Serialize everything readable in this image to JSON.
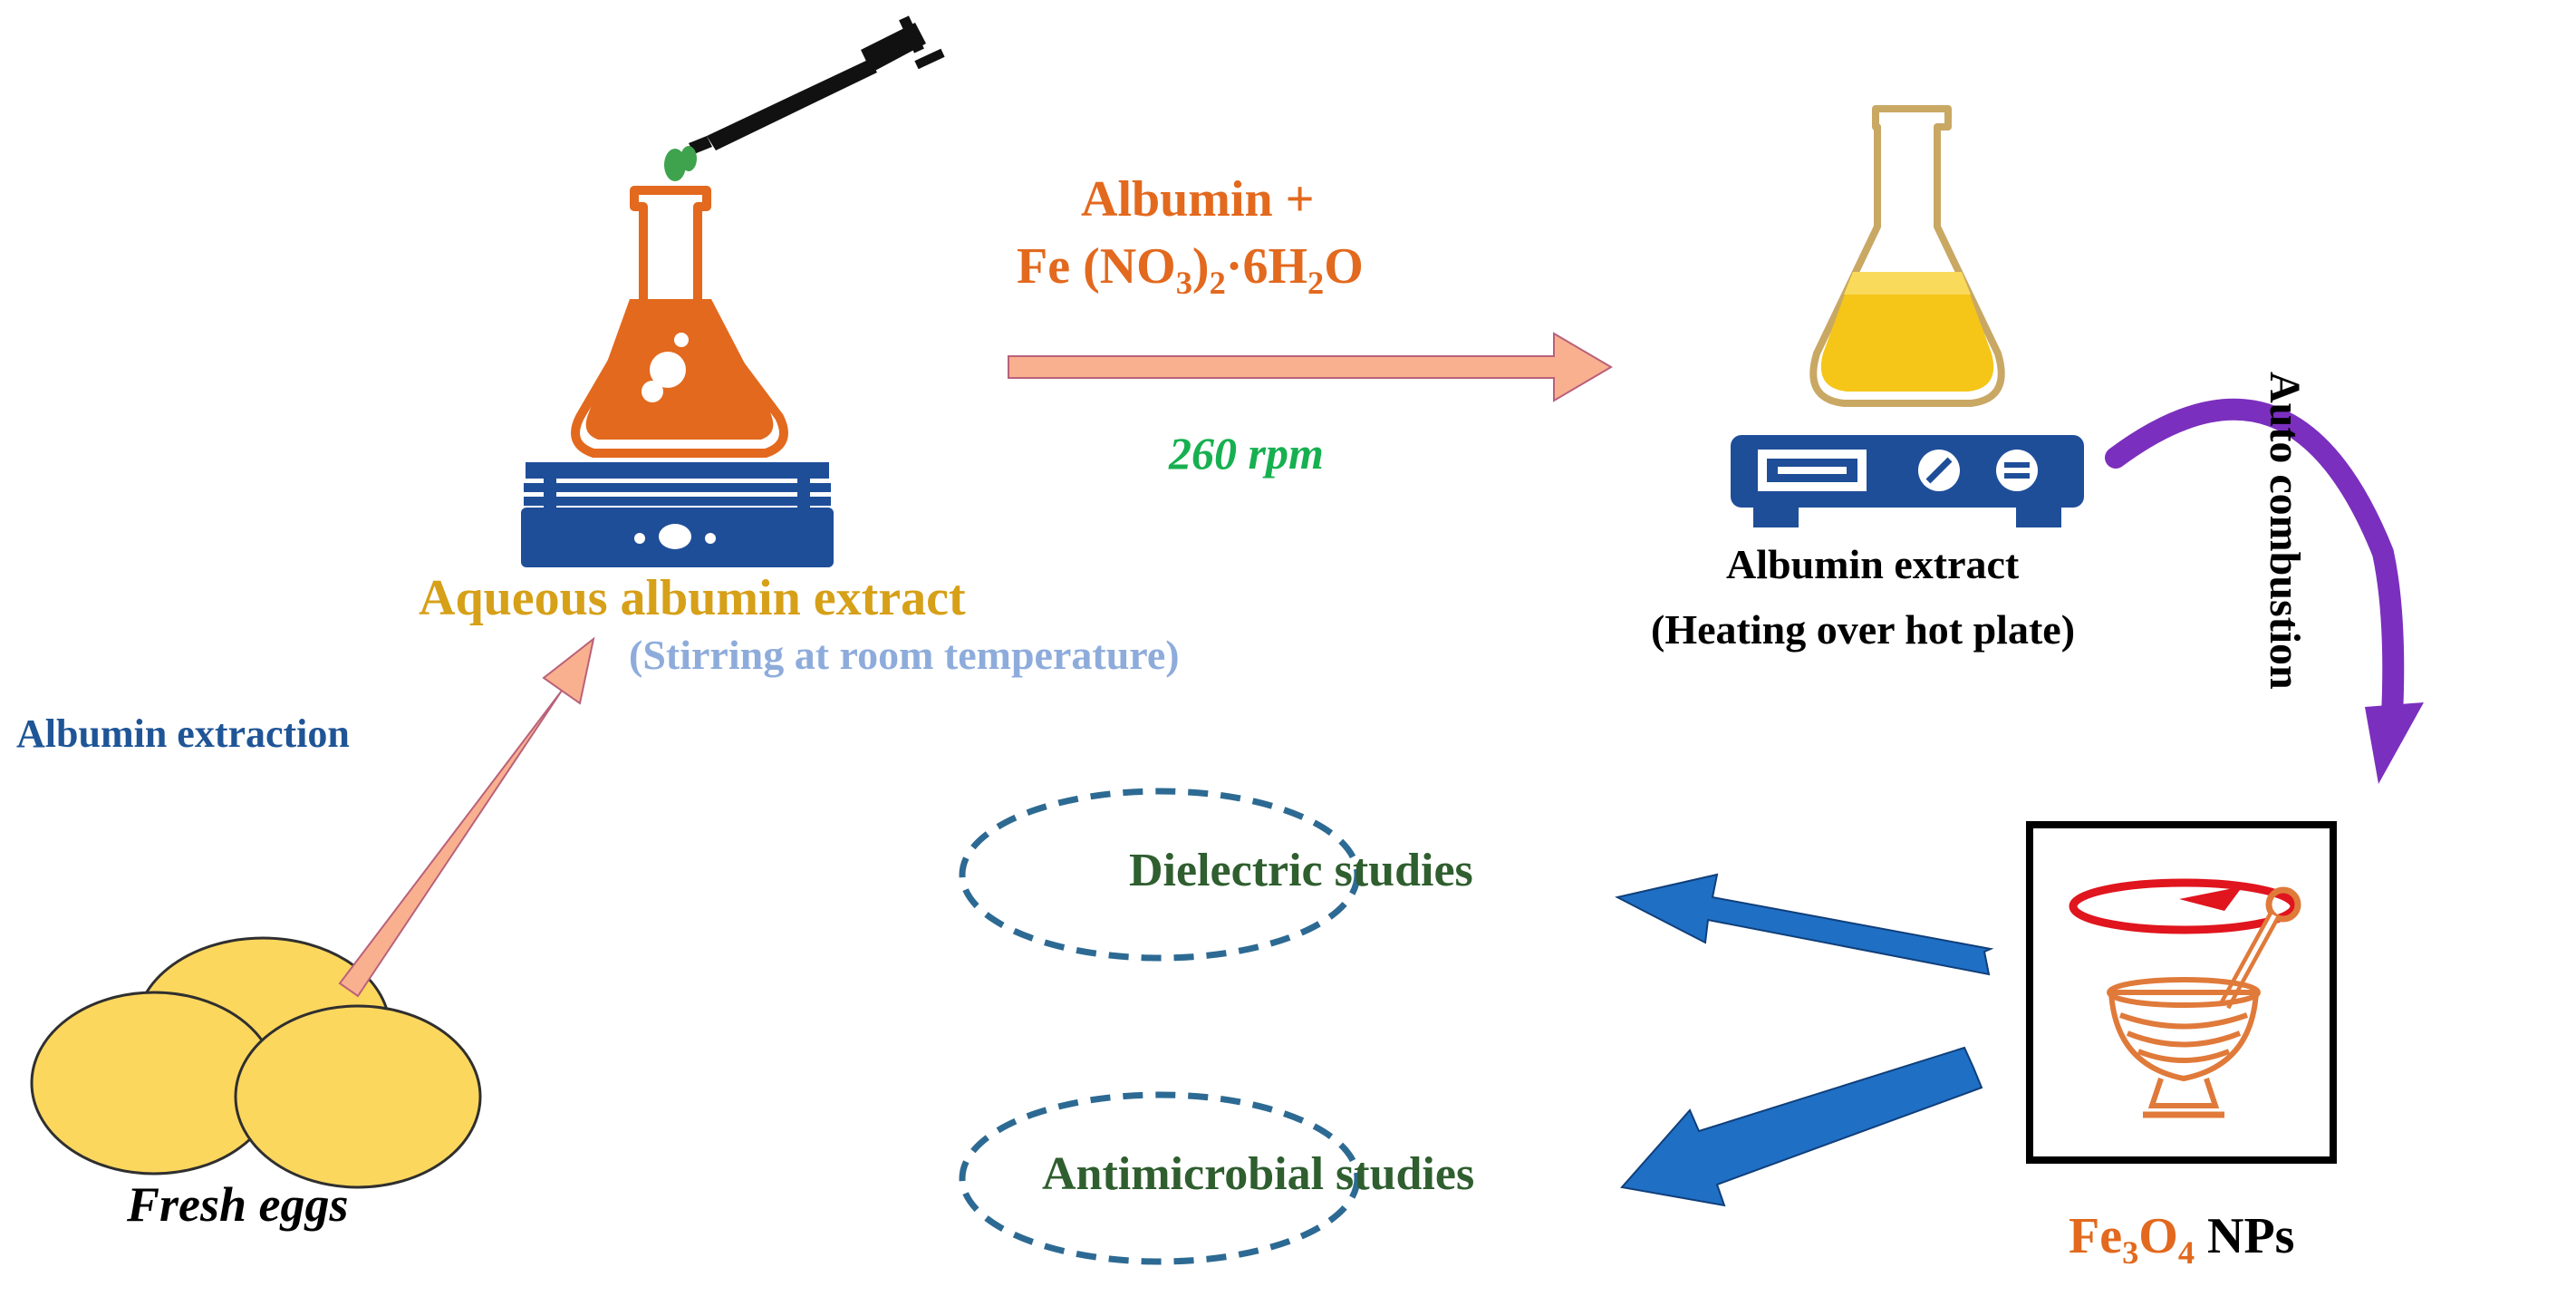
{
  "labels": {
    "fresh_eggs": "Fresh eggs",
    "albumin_extraction": "Albumin  extraction",
    "aqueous_extract": "Aqueous albumin extract",
    "stirring_note": "(Stirring  at room temperature)",
    "reagent_line1": "Albumin +",
    "reagent_fe": "Fe (NO",
    "reagent_sub3": "3",
    "reagent_close": ")",
    "reagent_sub2": "2",
    "reagent_hydrate": "·6H",
    "reagent_sub2b": "2",
    "reagent_o": "O",
    "rpm": "260 rpm",
    "albumin_extract": "Albumin  extract",
    "heating_note": "(Heating over hot plate)",
    "auto_combustion": "Auto combustion",
    "dielectric": "Dielectric studies",
    "antimicrobial": "Antimicrobial studies",
    "product_fe": "Fe",
    "product_sub3": "3",
    "product_o": "O",
    "product_sub4": "4",
    "product_nps": " NPs"
  },
  "colors": {
    "egg_fill": "#FCD75E",
    "egg_stroke": "#2F2F2F",
    "peach_arrow": "#F9B08F",
    "peach_arrow_stroke": "#B9617A",
    "flask_orange": "#E2691E",
    "flask_yellow": "#F5C518",
    "hotplate_blue": "#1F4E99",
    "purple_arrow": "#7B2FBE",
    "blue_arrow": "#1F6FC5",
    "ellipse_dash": "#2D6A93",
    "label_blue": "#1F5597",
    "label_gold": "#D6A018",
    "label_lightblue": "#8EACDB",
    "label_orange": "#E2691E",
    "label_green": "#17B050",
    "label_darkgreen": "#2F5E2F",
    "mortar_orange": "#E07A3A",
    "red_ring": "#E0151E"
  },
  "icons": [
    "egg-icon",
    "erlenmeyer-flask-icon",
    "pipette-icon",
    "magnetic-stirrer-icon",
    "hot-plate-icon",
    "mortar-pestle-icon"
  ]
}
